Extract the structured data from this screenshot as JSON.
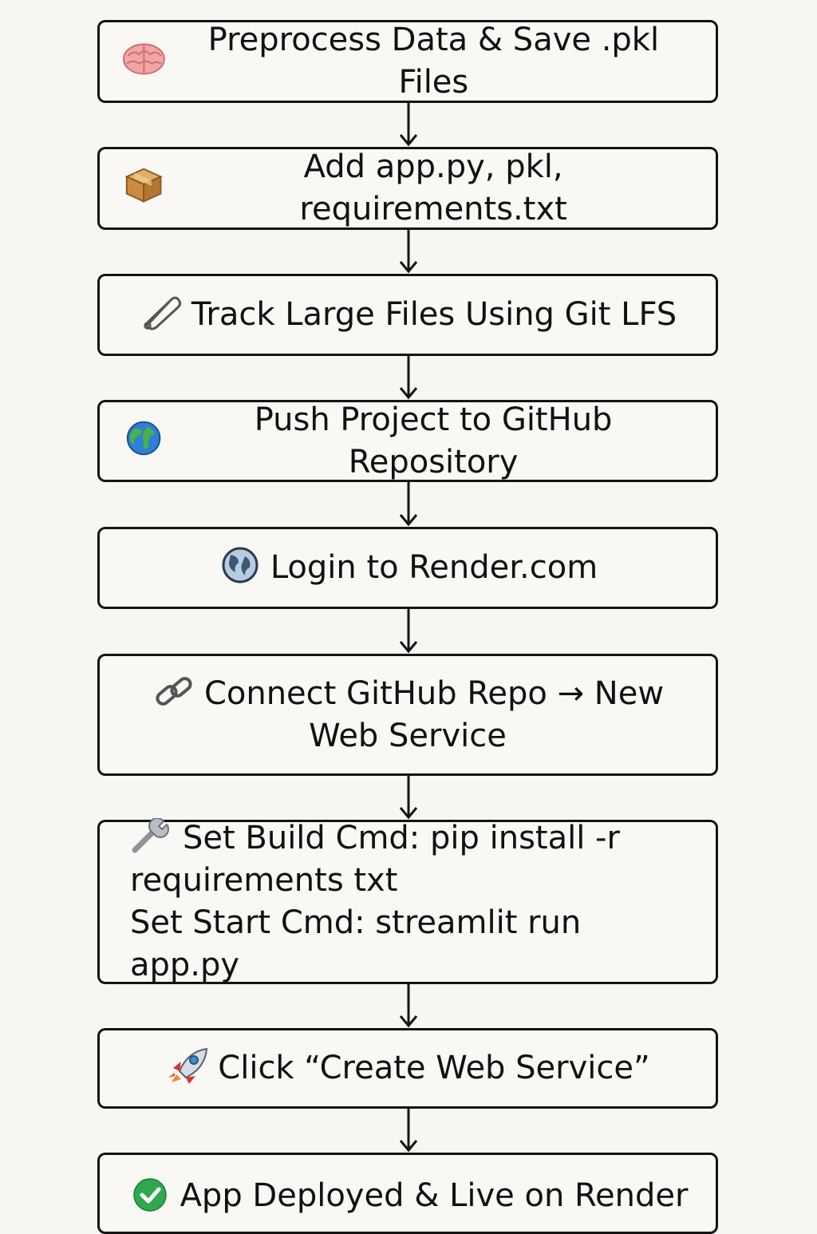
{
  "steps": [
    {
      "icon": "brain-icon",
      "label": "Preprocess Data & Save .pkl Files"
    },
    {
      "icon": "package-icon",
      "label": "Add app.py, pkl, requirements.txt"
    },
    {
      "icon": "safety-pin-icon",
      "label": "Track Large Files Using Git LFS"
    },
    {
      "icon": "globe-icon",
      "label": "Push Project to GitHub Repository"
    },
    {
      "icon": "globe-meridians-icon",
      "label": "Login to Render.com"
    },
    {
      "icon": "link-icon",
      "label": "Connect GitHub Repo → New Web Service"
    },
    {
      "icon": "wrench-icon",
      "label_line1": "Set Build Cmd: pip install -r",
      "label_line2": "requirements txt",
      "label_line3": "Set Start Cmd: streamlit run app.py"
    },
    {
      "icon": "rocket-icon",
      "label": "Click “Create Web Service”"
    },
    {
      "icon": "check-mark-icon",
      "label": "App Deployed & Live on Render"
    }
  ],
  "colors": {
    "border": "#141414",
    "background": "#f7f6f2",
    "check_green": "#2fa84f"
  }
}
